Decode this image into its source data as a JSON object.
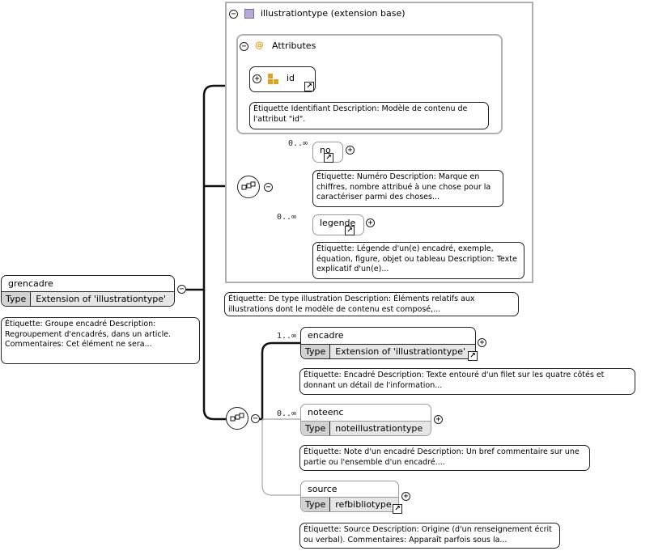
{
  "root": {
    "name": "grencadre",
    "type_label": "Type",
    "type_value": "Extension of 'illustrationtype'",
    "annotation": "Étiquette: Groupe encadré Description: Regroupement d'encadrés, dans un article. Commentaires: Cet élément ne sera..."
  },
  "base": {
    "title": "illustrationtype (extension base)",
    "annotation": "Étiquette: De type illustration Description: Éléments relatifs aux illustrations dont le modèle de contenu est composé,...",
    "attributes": {
      "title": "Attributes",
      "id": {
        "name": "id",
        "annotation": "Étiquette Identifiant Description: Modèle de contenu de l'attribut \"id\"."
      }
    },
    "children": [
      {
        "name": "no",
        "occurrence": "0..∞",
        "annotation": "Étiquette: Numéro Description: Marque en chiffres, nombre attribué à une chose pour la caractériser parmi des choses..."
      },
      {
        "name": "legende",
        "occurrence": "0..∞",
        "annotation": "Étiquette: Légende d'un(e) encadré, exemple, équation, figure, objet ou tableau Description: Texte explicatif d'un(e)..."
      }
    ]
  },
  "elements": [
    {
      "name": "encadre",
      "occurrence": "1..∞",
      "type_label": "Type",
      "type_value": "Extension of 'illustrationtype'",
      "annotation": "Étiquette: Encadré Description: Texte entouré d'un filet sur les quatre côtés et donnant un détail de l'information..."
    },
    {
      "name": "noteenc",
      "occurrence": "0..∞",
      "type_label": "Type",
      "type_value": "noteillustrationtype",
      "annotation": "Étiquette: Note d'un encadré Description: Un bref commentaire sur une partie ou l'ensemble d'un encadré...."
    },
    {
      "name": "source",
      "occurrence": "",
      "type_label": "Type",
      "type_value": "refbibliotype",
      "annotation": "Étiquette: Source Description: Origine (d'un renseignement écrit ou verbal). Commentaires: Apparaît parfois sous la..."
    }
  ],
  "glyphs": {
    "collapse": "−",
    "expand": "+",
    "link": "↗",
    "attr": "@"
  },
  "colors": {
    "wire": "#111111",
    "wire_optional": "#a8a8a8",
    "frame": "#b0b0b0",
    "type_bg": "#e6e6e6",
    "attr_icon": "#e0a020",
    "base_icon": "#b7a8d8"
  }
}
